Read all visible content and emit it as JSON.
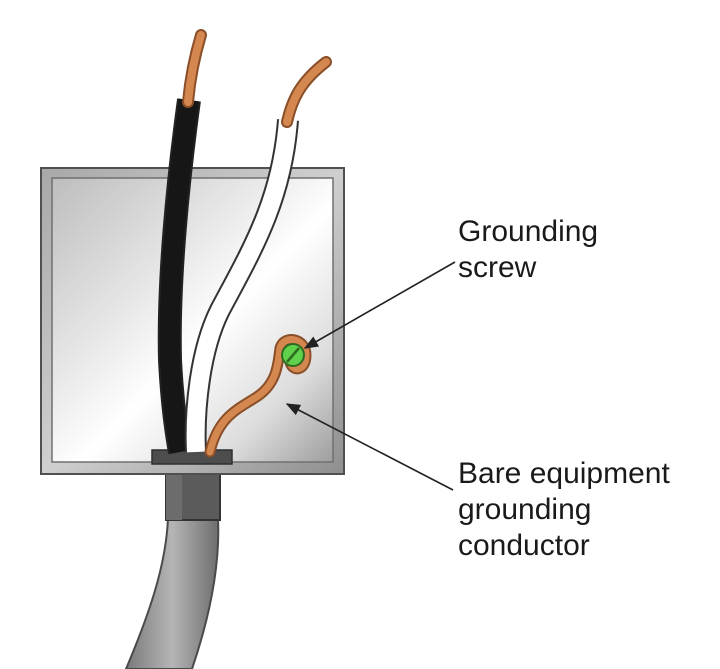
{
  "labels": {
    "grounding_screw": [
      "Grounding",
      "screw"
    ],
    "bare_conductor": [
      "Bare equipment",
      "grounding",
      "conductor"
    ]
  },
  "colors": {
    "copper": "#d4874f",
    "black_wire": "#1b1b1b",
    "white_wire": "#ffffff",
    "box_outline": "#5a5a5a",
    "screw": "#5fd14a",
    "conduit": "#8c8c8c",
    "connector": "#555555"
  },
  "icons": [
    "junction-box",
    "black-wire",
    "white-wire",
    "ground-wire",
    "grounding-screw",
    "conduit",
    "connector"
  ]
}
